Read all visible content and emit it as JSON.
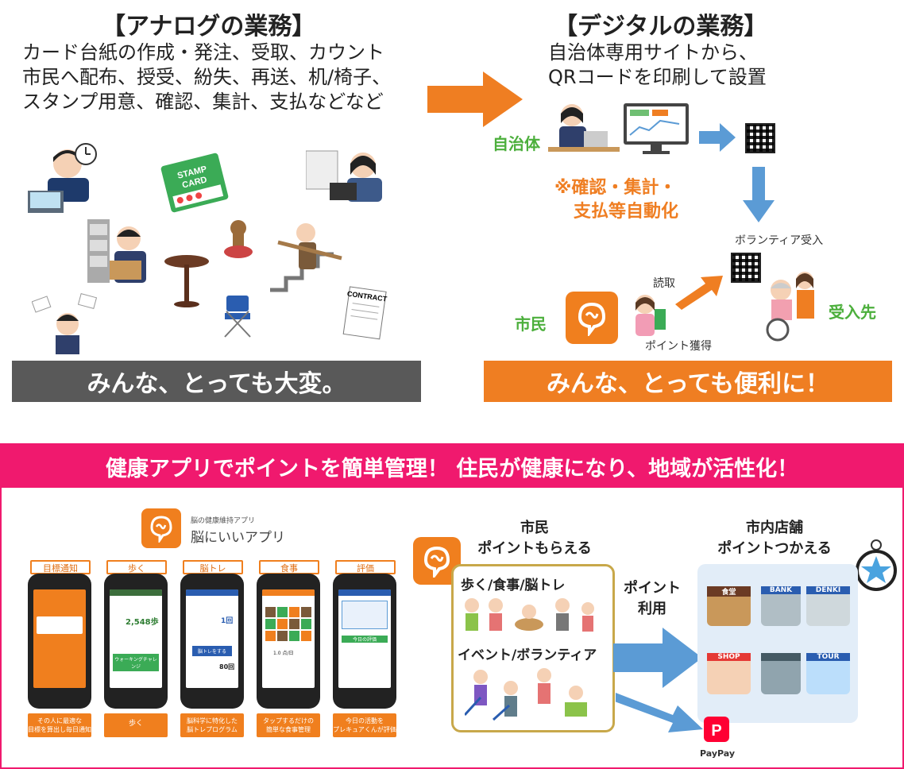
{
  "analog": {
    "title": "【アナログの業務】",
    "lines": [
      "カード台紙の作成・発注、受取、カウント",
      "市民へ配布、授受、紛失、再送、机/椅子、",
      "スタンプ用意、確認、集計、支払などなど"
    ],
    "banner": "みんな、とっても大変。",
    "stamp_card": "STAMP\nCARD",
    "contract": "CONTRACT"
  },
  "digital": {
    "title": "【デジタルの業務】",
    "lines": [
      "自治体専用サイトから、",
      "QRコードを印刷して設置"
    ],
    "municipality": "自治体",
    "auto": [
      "※確認・集計・",
      "支払等自動化"
    ],
    "volunteer_accept": "ボランティア受入",
    "read": "読取",
    "citizen": "市民",
    "point_get": "ポイント獲得",
    "host": "受入先",
    "banner": "みんな、とっても便利に！"
  },
  "bottom": {
    "headline": "健康アプリでポイントを簡単管理！ 住民が健康になり、地域が活性化！",
    "app_sub": "脳の健康維持アプリ",
    "app_name": "脳にいいアプリ",
    "phones": [
      {
        "tab": "目標通知",
        "caption": "その人に最適な\n目標を算出し毎日通知"
      },
      {
        "tab": "歩く",
        "caption": "歩く"
      },
      {
        "tab": "脳トレ",
        "caption": "脳科学に特化した\n脳トレプログラム"
      },
      {
        "tab": "食事",
        "caption": "タップするだけの\n簡単な食事管理"
      },
      {
        "tab": "評価",
        "caption": "今日の活動を\nプレキュアくんが評価"
      }
    ],
    "phone_screen": {
      "steps": "2,548歩",
      "challenge": "ウォーキングチャレンジ",
      "brain_button": "脳トレをする",
      "brain_count": "1回",
      "brain_total": "80回",
      "meal_score": "1.0 点/日",
      "today_eval": "今日の評価"
    },
    "citizen_title": [
      "市民",
      "ポイントもらえる"
    ],
    "activities1": "歩く/食事/脳トレ",
    "activities2": "イベント/ボランティア",
    "use": [
      "ポイント",
      "利用"
    ],
    "store_title": [
      "市内店舗",
      "ポイントつかえる"
    ],
    "stores": [
      "食堂",
      "BANK",
      "DENKI",
      "SHOP",
      "",
      "TOUR"
    ],
    "paypay": "PayPay"
  },
  "colors": {
    "orange": "#ef7e22",
    "gray_banner": "#595959",
    "pink": "#f0196e",
    "green": "#4caf3c",
    "blue_arrow": "#5b9bd5"
  }
}
